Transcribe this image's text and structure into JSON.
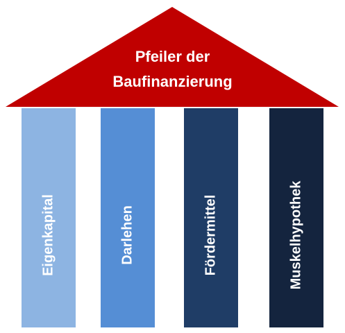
{
  "roof": {
    "title_line1": "Pfeiler der",
    "title_line2": "Baufinanzierung",
    "color": "#c00000"
  },
  "pillars": [
    {
      "label": "Eigenkapital",
      "color": "#8db4e2"
    },
    {
      "label": "Darlehen",
      "color": "#558ed5"
    },
    {
      "label": "Fördermittel",
      "color": "#1f3d66"
    },
    {
      "label": "Muskelhypothek",
      "color": "#14243e"
    }
  ]
}
